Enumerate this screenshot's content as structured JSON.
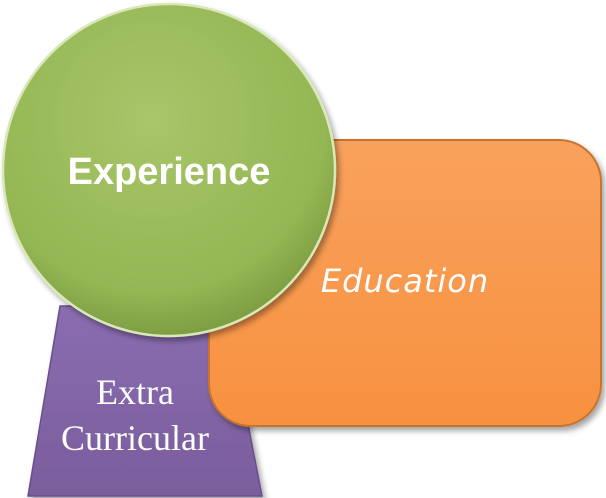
{
  "diagram": {
    "shapes": [
      {
        "id": "experience",
        "label": "Experience",
        "color": "#9BBB59"
      },
      {
        "id": "education",
        "label": "Education",
        "color": "#F79646"
      },
      {
        "id": "extra-curricular",
        "label_line1": "Extra",
        "label_line2": "Curricular",
        "color": "#8064A2"
      }
    ]
  }
}
